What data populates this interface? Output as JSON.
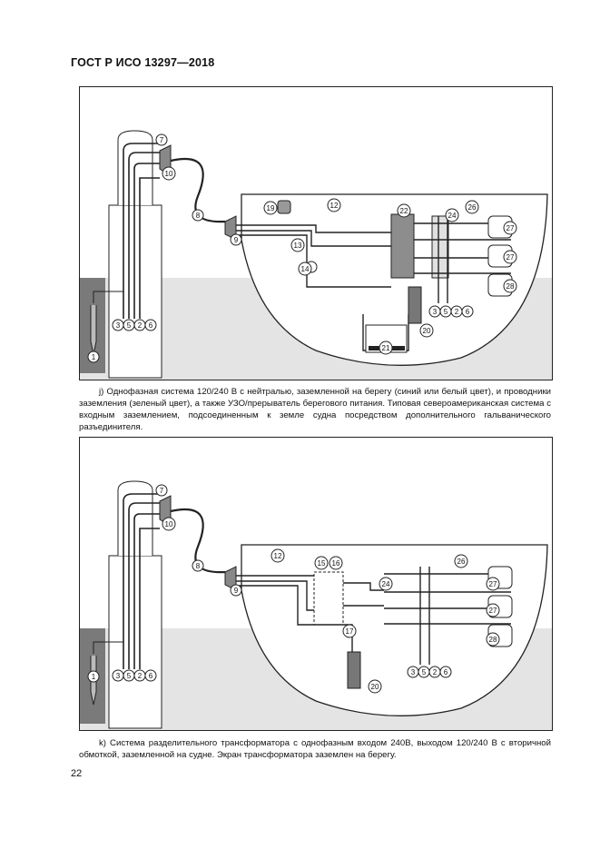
{
  "header": "ГОСТ Р ИСО 13297—2018",
  "figure_j": {
    "callouts": [
      "1",
      "3",
      "5",
      "2",
      "6",
      "7",
      "8",
      "9",
      "10",
      "12",
      "13",
      "14",
      "19",
      "20",
      "21",
      "22",
      "24",
      "26",
      "27",
      "27",
      "28",
      "3",
      "5",
      "2",
      "6"
    ],
    "caption": "j) Однофазная система 120/240 В с нейтралью, заземленной на берегу (синий или белый цвет), и проводники заземления (зеленый цвет), а также УЗО/прерыватель берегового питания. Типовая североамериканская система с входным заземлением, подсоединенным к земле судна посредством дополнительного гальванического разъединителя."
  },
  "figure_k": {
    "callouts": [
      "1",
      "3",
      "5",
      "2",
      "6",
      "7",
      "8",
      "9",
      "10",
      "12",
      "15",
      "16",
      "17",
      "20",
      "24",
      "26",
      "27",
      "27",
      "28",
      "3",
      "5",
      "2",
      "6"
    ],
    "caption": "k) Система разделительного трансформатора с однофазным входом 240В, выходом 120/240 В с вторичной обмоткой, заземленной на судне. Экран трансформатора заземлен на берегу."
  },
  "page_number": "22"
}
